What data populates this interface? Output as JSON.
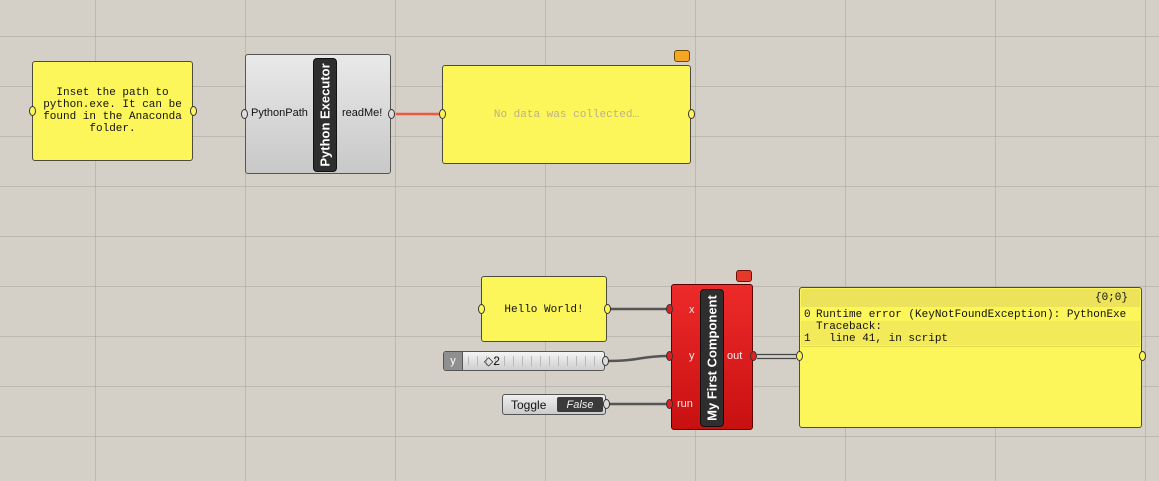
{
  "colors": {
    "canvas": "#d4d0c8",
    "panel_yellow": "#fdf65a",
    "error_red": "#e02020",
    "warning_orange": "#f5a623",
    "wire_highlight": "#f05a3c"
  },
  "note_panel": {
    "text": "Inset the path to\npython.exe. It can be\nfound in the Anaconda\nfolder."
  },
  "python_executor": {
    "title": "Python Executor",
    "input_label": "PythonPath",
    "output_label": "readMe!"
  },
  "output_panel_top": {
    "text": "No data was collected…"
  },
  "hello_panel": {
    "text": "Hello World!"
  },
  "slider": {
    "name": "y",
    "value": "◇2"
  },
  "toggle": {
    "label": "Toggle",
    "state": "False"
  },
  "my_component": {
    "title": "My First Component",
    "inputs": [
      "x",
      "y",
      "run"
    ],
    "output": "out"
  },
  "error_panel": {
    "path": "{0;0}",
    "rows": [
      {
        "index": "0",
        "text": "Runtime error (KeyNotFoundException): PythonExe"
      },
      {
        "index": "",
        "text": "Traceback:"
      },
      {
        "index": "1",
        "text": "  line 41, in script"
      }
    ]
  },
  "icons": {
    "warning_balloon": "warning-balloon-icon",
    "error_balloon": "error-balloon-icon"
  }
}
